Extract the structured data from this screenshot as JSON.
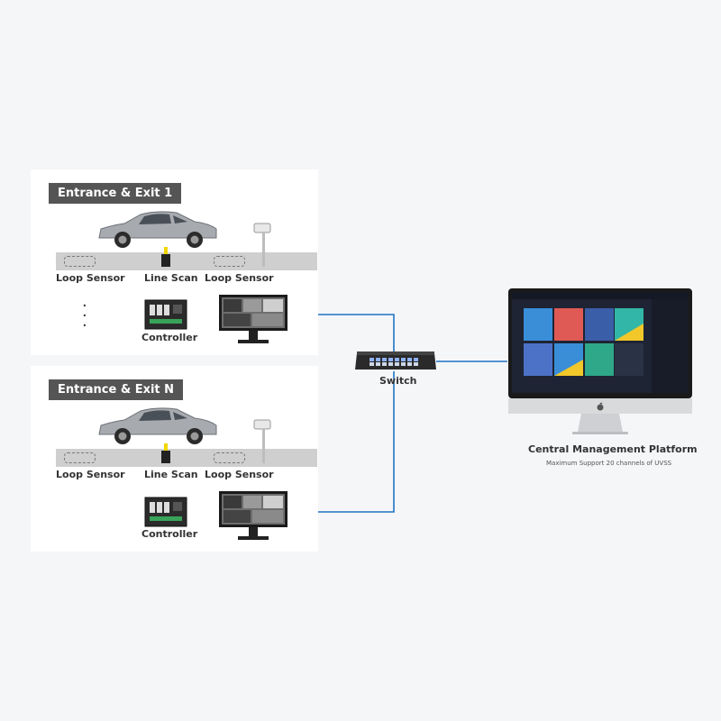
{
  "panels": [
    {
      "title": "Entrance & Exit 1",
      "loop_sensor_left": "Loop Sensor",
      "line_scan": "Line Scan",
      "loop_sensor_right": "Loop Sensor",
      "controller": "Controller"
    },
    {
      "title": "Entrance & Exit N",
      "loop_sensor_left": "Loop Sensor",
      "line_scan": "Line Scan",
      "loop_sensor_right": "Loop Sensor",
      "controller": "Controller"
    }
  ],
  "switch_label": "Switch",
  "platform": {
    "title": "Central Management Platform",
    "subtitle": "Maximum Support 20 channels of UVSS"
  },
  "colors": {
    "link": "#1f74c4",
    "panel_title_bg": "#555555",
    "road": "#cfcfcf",
    "background": "#f5f6f8"
  },
  "icons": [
    "car-icon",
    "camera-icon",
    "line-scan-icon",
    "controller-icon",
    "monitor-icon",
    "switch-icon",
    "imac-icon",
    "apple-logo-icon"
  ]
}
